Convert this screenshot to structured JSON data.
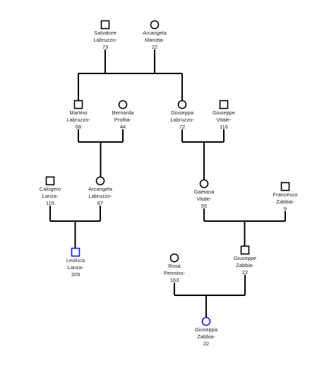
{
  "colors": {
    "line": "#000000",
    "highlight": "#1a1acc",
    "text": "#222222",
    "background": "#ffffff"
  },
  "persons": {
    "salvatore": {
      "sex": "male",
      "highlight": false,
      "lines": [
        "Salvatore",
        "Labruzzo-",
        "73"
      ]
    },
    "arcangela_m": {
      "sex": "female",
      "highlight": false,
      "lines": [
        "Arcangela",
        "Marotta-",
        "22"
      ]
    },
    "martino": {
      "sex": "male",
      "highlight": false,
      "lines": [
        "Martino",
        "Labruzzo-",
        "68"
      ]
    },
    "bernarda": {
      "sex": "female",
      "highlight": false,
      "lines": [
        "Bernarda",
        "Profita-",
        "44"
      ]
    },
    "giuseppa_l": {
      "sex": "female",
      "highlight": false,
      "lines": [
        "Giuseppa",
        "Labruzzo-",
        "72"
      ]
    },
    "giuseppe_v": {
      "sex": "male",
      "highlight": false,
      "lines": [
        "Giuseppe",
        "Vitale-",
        "116"
      ]
    },
    "calogero": {
      "sex": "male",
      "highlight": false,
      "lines": [
        "Calogero",
        "Lanza-",
        "115"
      ]
    },
    "arcangela_l": {
      "sex": "female",
      "highlight": false,
      "lines": [
        "Arcangela",
        "Labruzzo-",
        "67"
      ]
    },
    "gaetana": {
      "sex": "female",
      "highlight": false,
      "lines": [
        "Gaetana",
        "Vitale-",
        "55"
      ]
    },
    "francesco": {
      "sex": "male",
      "highlight": false,
      "lines": [
        "Francesco",
        "Zabbia-",
        "9"
      ]
    },
    "leoluca": {
      "sex": "male",
      "highlight": true,
      "lines": [
        "Leoluca",
        "Lanza-",
        "329"
      ]
    },
    "rosa": {
      "sex": "female",
      "highlight": false,
      "lines": [
        "Rosa",
        "Pennino-",
        "163"
      ]
    },
    "giuseppe_z": {
      "sex": "male",
      "highlight": false,
      "lines": [
        "Giuseppe",
        "Zabbia-",
        "22"
      ]
    },
    "giuseppa_z": {
      "sex": "female",
      "highlight": true,
      "lines": [
        "Giuseppa",
        "Zabbia-",
        "22"
      ]
    }
  },
  "unions": [
    {
      "parents": [
        "salvatore",
        "arcangela_m"
      ],
      "children": [
        "martino",
        "giuseppa_l"
      ]
    },
    {
      "parents": [
        "martino",
        "bernarda"
      ],
      "children": [
        "arcangela_l"
      ]
    },
    {
      "parents": [
        "giuseppa_l",
        "giuseppe_v"
      ],
      "children": [
        "gaetana"
      ]
    },
    {
      "parents": [
        "calogero",
        "arcangela_l"
      ],
      "children": [
        "leoluca"
      ]
    },
    {
      "parents": [
        "gaetana",
        "francesco"
      ],
      "children": [
        "giuseppe_z"
      ]
    },
    {
      "parents": [
        "rosa",
        "giuseppe_z"
      ],
      "children": [
        "giuseppa_z"
      ]
    }
  ]
}
